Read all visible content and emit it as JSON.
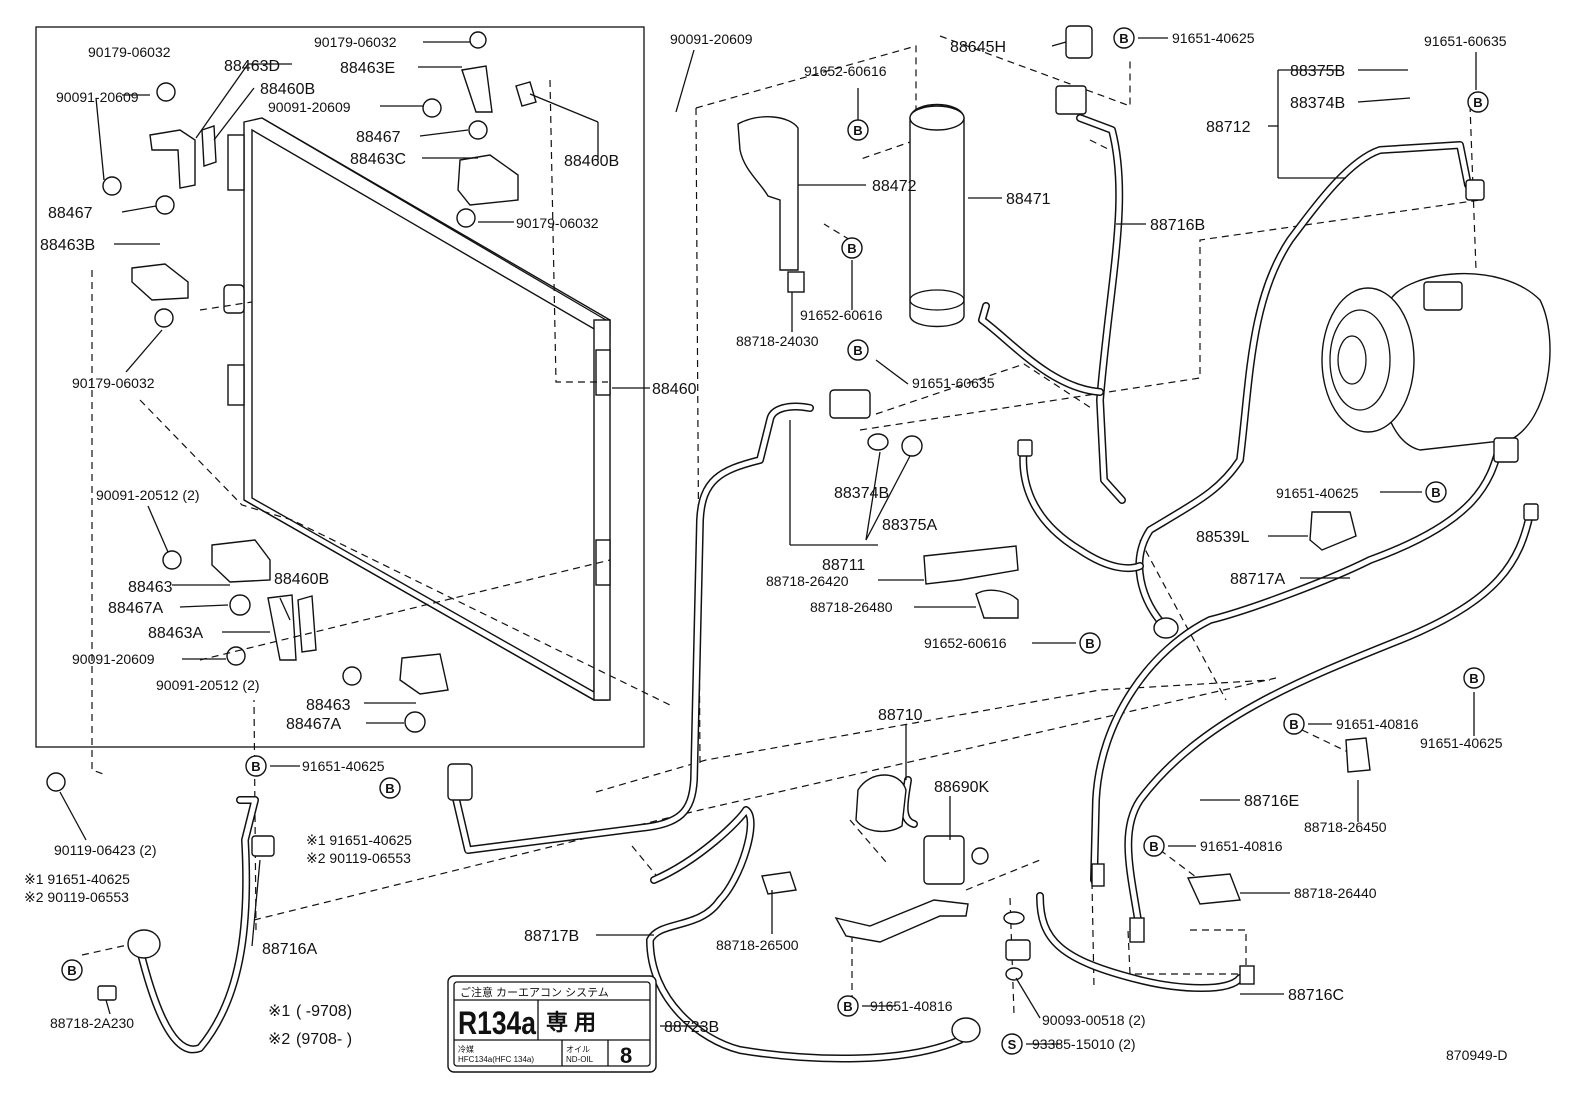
{
  "labels": {
    "l01": "90179-06032",
    "l02": "88463D",
    "l03": "90091-20609",
    "l04": "88460B",
    "l05": "90179-06032",
    "l06": "88463E",
    "l07": "90091-20609",
    "l08": "88467",
    "l09": "88463C",
    "l10": "88460B",
    "l11": "88467",
    "l12": "90179-06032",
    "l13": "88463B",
    "l14": "90179-06032",
    "l15": "88460",
    "l16": "90091-20512 (2)",
    "l17": "88463",
    "l18": "88460B",
    "l19": "88467A",
    "l20": "88463A",
    "l21": "90091-20609",
    "l22": "90091-20512 (2)",
    "l23": "88463",
    "l24": "88467A",
    "l25": "90119-06423 (2)",
    "l26": "※1 91651-40625",
    "l27": "※2 90119-06553",
    "l28": "88718-2A230",
    "l29": "91651-40625",
    "l30": "※1 91651-40625",
    "l31": "※2 90119-06553",
    "l32": "88716A",
    "l33": "90091-20609",
    "l34": "91652-60616",
    "l35": "88472",
    "l36": "91652-60616",
    "l37": "88718-24030",
    "l38": "91651-60635",
    "l39": "88374B",
    "l40": "88375A",
    "l41": "88711",
    "l42": "88718-26420",
    "l43": "88718-26480",
    "l44": "91652-60616",
    "l45": "88645H",
    "l46": "91651-40625",
    "l47": "88471",
    "l48": "88716B",
    "l49": "88375B",
    "l50": "88374B",
    "l51": "88712",
    "l52": "91651-60635",
    "l53": "91651-40625",
    "l54": "88539L",
    "l55": "88717A",
    "l56": "91651-40816",
    "l57": "91651-40625",
    "l58": "88718-26450",
    "l59": "88716E",
    "l60": "91651-40816",
    "l61": "88718-26440",
    "l62": "88716C",
    "l63": "88710",
    "l64": "88690K",
    "l65": "88717B",
    "l66": "88718-26500",
    "l67": "91651-40816",
    "l68": "90093-00518 (2)",
    "l69": "93385-15010 (2)",
    "l70": "88723B",
    "l71": "870949-D"
  },
  "notes": {
    "n1_mark": "※1",
    "n1_value": "(        -9708)",
    "n2_mark": "※2",
    "n2_value": "(9708-        )"
  },
  "plate": {
    "heading": "ご注意   カーエアコン  システム",
    "refrigerant": "R134a",
    "exclusive": "専 用",
    "small_left": "冷媒",
    "small_left2": "HFC134a(HFC 134a)",
    "small_mid": "オイル",
    "small_mid2": "ND-OIL",
    "oil_number": "8"
  },
  "symbols": {
    "b": "B",
    "s": "S"
  }
}
